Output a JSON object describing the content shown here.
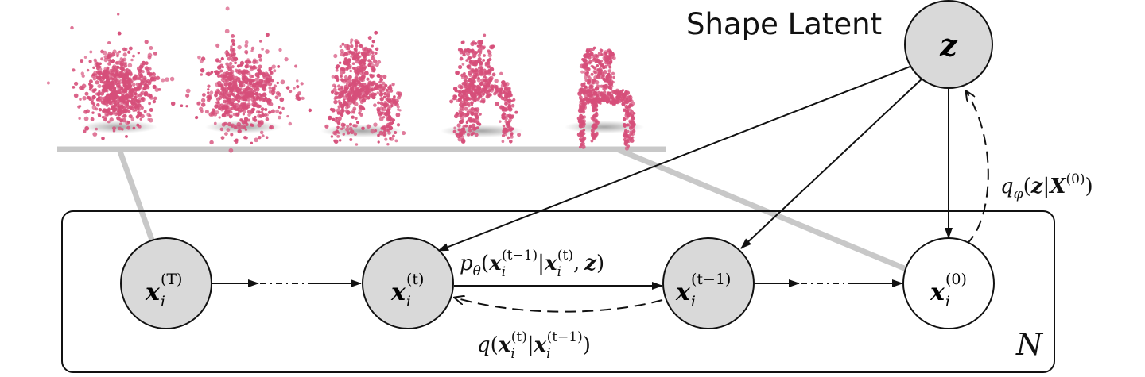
{
  "header": {
    "shape_latent_label": "Shape Latent"
  },
  "nodes": {
    "z": {
      "symbol": "z"
    },
    "xT": {
      "base": "x",
      "sub": "i",
      "sup": "(T)"
    },
    "xt": {
      "base": "x",
      "sub": "i",
      "sup": "(t)"
    },
    "xt1": {
      "base": "x",
      "sub": "i",
      "sup": "(t−1)"
    },
    "x0": {
      "base": "x",
      "sub": "i",
      "sup": "(0)"
    }
  },
  "labels": {
    "plate_N": "N",
    "encoder": {
      "q": "q",
      "phi": "φ",
      "open": "(",
      "z": "z",
      "bar": "|",
      "X": "X",
      "sup": "(0)",
      "close": ")"
    },
    "reverse": {
      "p": "p",
      "theta": "θ",
      "open": "(",
      "x1": "x",
      "sub1": "i",
      "sup1": "(t−1)",
      "bar": "|",
      "x2": "x",
      "sub2": "i",
      "sup2": "(t)",
      "comma": ",",
      "z": "z",
      "close": ")"
    },
    "forward": {
      "q": "q",
      "open": "(",
      "x1": "x",
      "sub1": "i",
      "sup1": "(t)",
      "bar": "|",
      "x2": "x",
      "sub2": "i",
      "sup2": "(t−1)",
      "close": ")"
    }
  },
  "point_clouds": [
    {
      "name": "noise-sphere",
      "step": 1
    },
    {
      "name": "noisy-blob",
      "step": 2
    },
    {
      "name": "rough-chair",
      "step": 3
    },
    {
      "name": "near-chair",
      "step": 4
    },
    {
      "name": "clean-chair",
      "step": 5
    }
  ],
  "colors": {
    "point_color": "#d64f7a",
    "node_fill_shaded": "#d9d9d9",
    "node_fill_observed": "#ffffff",
    "stroke": "#111111",
    "gray_line": "#c8c8c8"
  }
}
